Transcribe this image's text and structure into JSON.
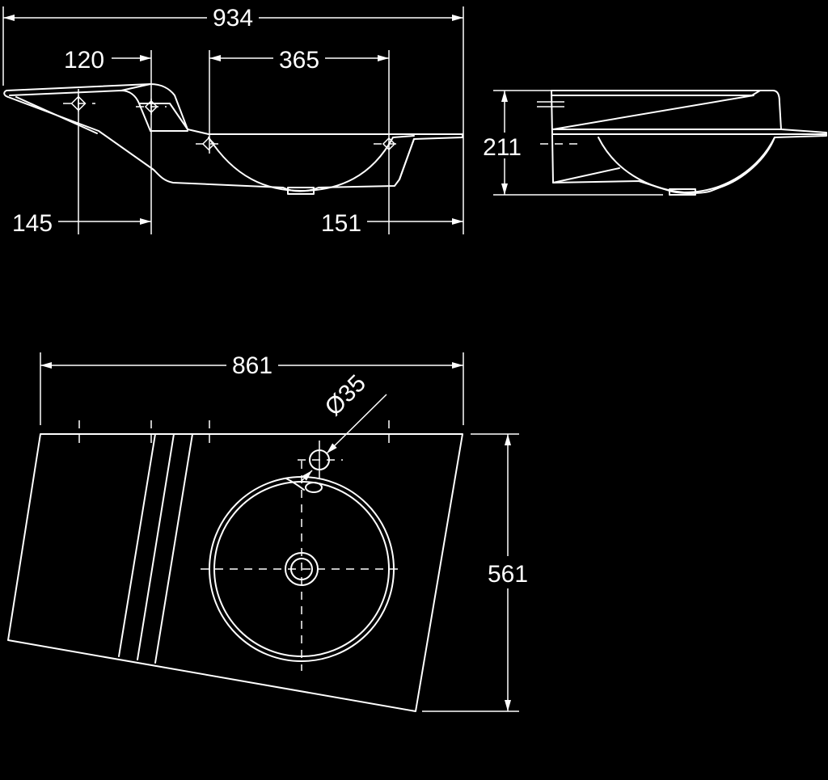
{
  "dimensions": {
    "overall_width_top": "934",
    "tap_offset_left": "120",
    "bowl_width": "365",
    "fixing_left": "145",
    "fixing_right": "151",
    "height": "211",
    "plan_width": "861",
    "plan_depth": "561",
    "tap_hole": "Ø35"
  }
}
